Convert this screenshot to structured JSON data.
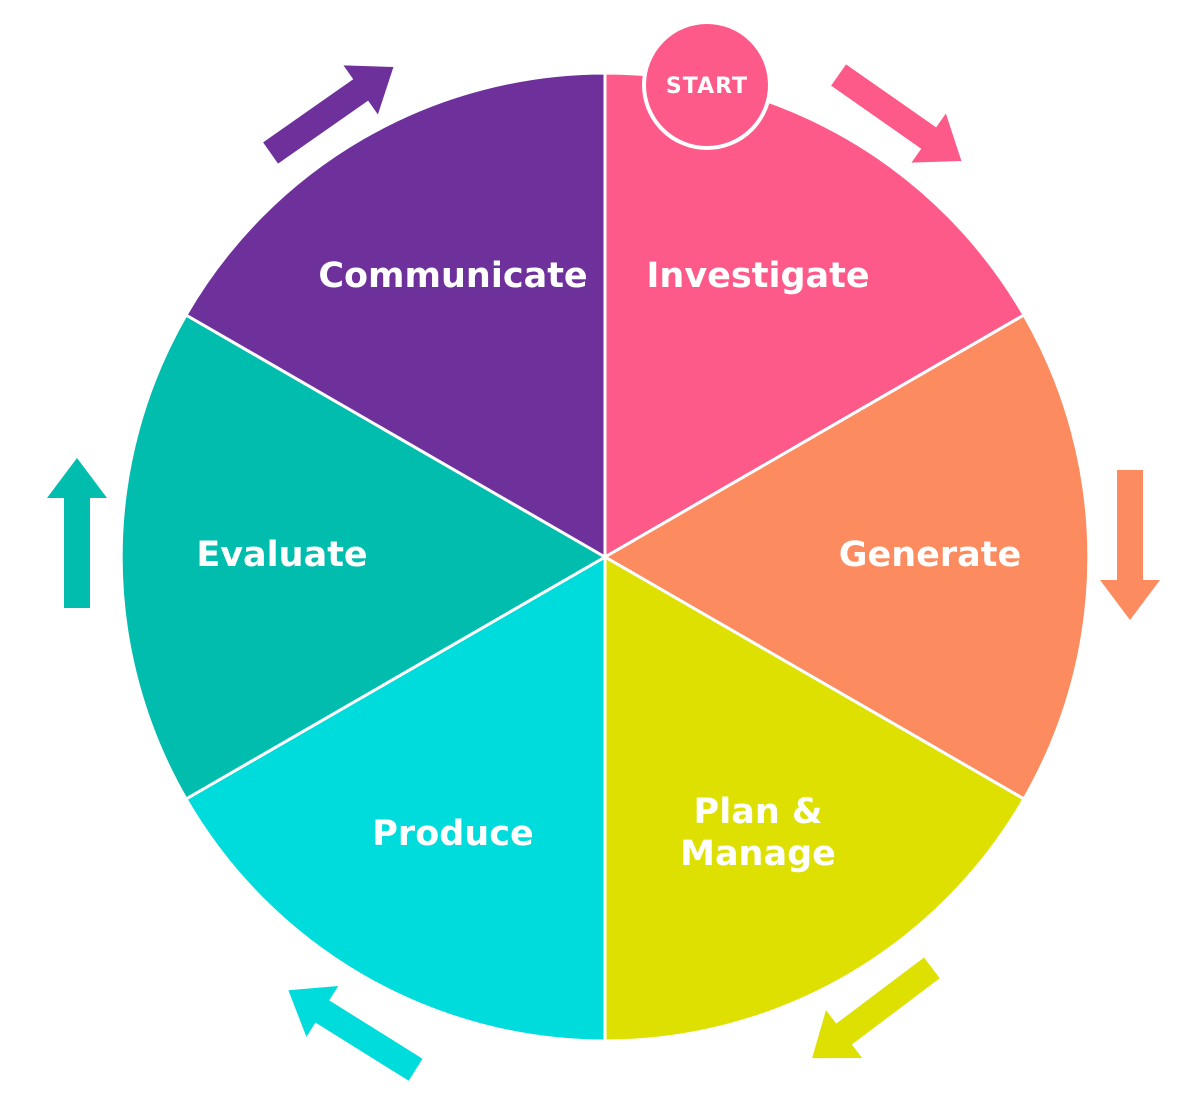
{
  "start_badge": {
    "label": "START",
    "color": "#fd5a8a"
  },
  "segments": [
    {
      "id": "investigate",
      "label": "Investigate",
      "color": "#fd5a8a"
    },
    {
      "id": "generate",
      "label": "Generate",
      "color": "#fc8b60"
    },
    {
      "id": "plan-manage",
      "label_lines": [
        "Plan &",
        "Manage"
      ],
      "color": "#dde000"
    },
    {
      "id": "produce",
      "label": "Produce",
      "color": "#00dbdb"
    },
    {
      "id": "evaluate",
      "label": "Evaluate",
      "color": "#00bdae"
    },
    {
      "id": "communicate",
      "label": "Communicate",
      "color": "#6e309b"
    }
  ],
  "flow_arrows": [
    {
      "direction": "down-right",
      "color": "#fd5a8a",
      "icon": "arrow-icon"
    },
    {
      "direction": "down",
      "color": "#fc8b60",
      "icon": "arrow-icon"
    },
    {
      "direction": "down-left",
      "color": "#dde000",
      "icon": "arrow-icon"
    },
    {
      "direction": "up-left",
      "color": "#00dbdb",
      "icon": "arrow-icon"
    },
    {
      "direction": "up",
      "color": "#00bdae",
      "icon": "arrow-icon"
    },
    {
      "direction": "up-right",
      "color": "#6e309b",
      "icon": "arrow-icon"
    }
  ]
}
